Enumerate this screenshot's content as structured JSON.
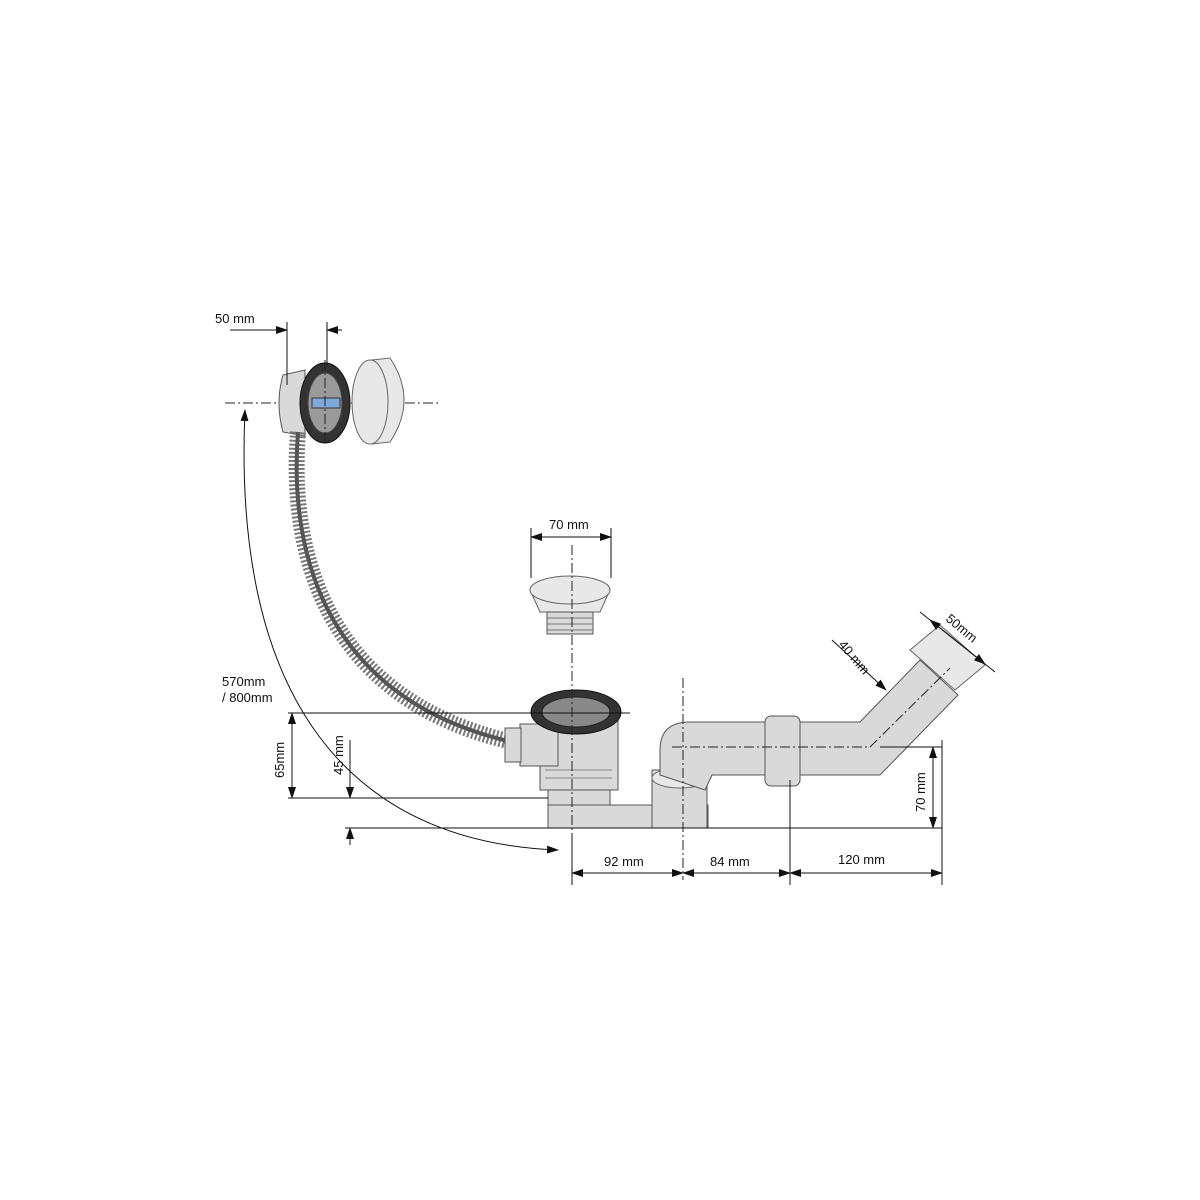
{
  "diagram": {
    "title": "Bath waste and overflow set dimensions",
    "labels": {
      "overflow_depth": "50 mm",
      "plug_diameter": "70 mm",
      "outlet_outer": "50mm",
      "outlet_inner": "40 mm",
      "cable_length_line1": "570mm",
      "cable_length_line2": "/ 800mm",
      "drain_height": "65mm",
      "base_height": "45 mm",
      "outlet_height": "70 mm",
      "drain_to_trap": "92 mm",
      "trap_to_collar": "84 mm",
      "collar_to_outlet": "120 mm"
    },
    "colors": {
      "line": "#111111",
      "part": "#d9d9d9",
      "gasket": "#333333"
    }
  }
}
